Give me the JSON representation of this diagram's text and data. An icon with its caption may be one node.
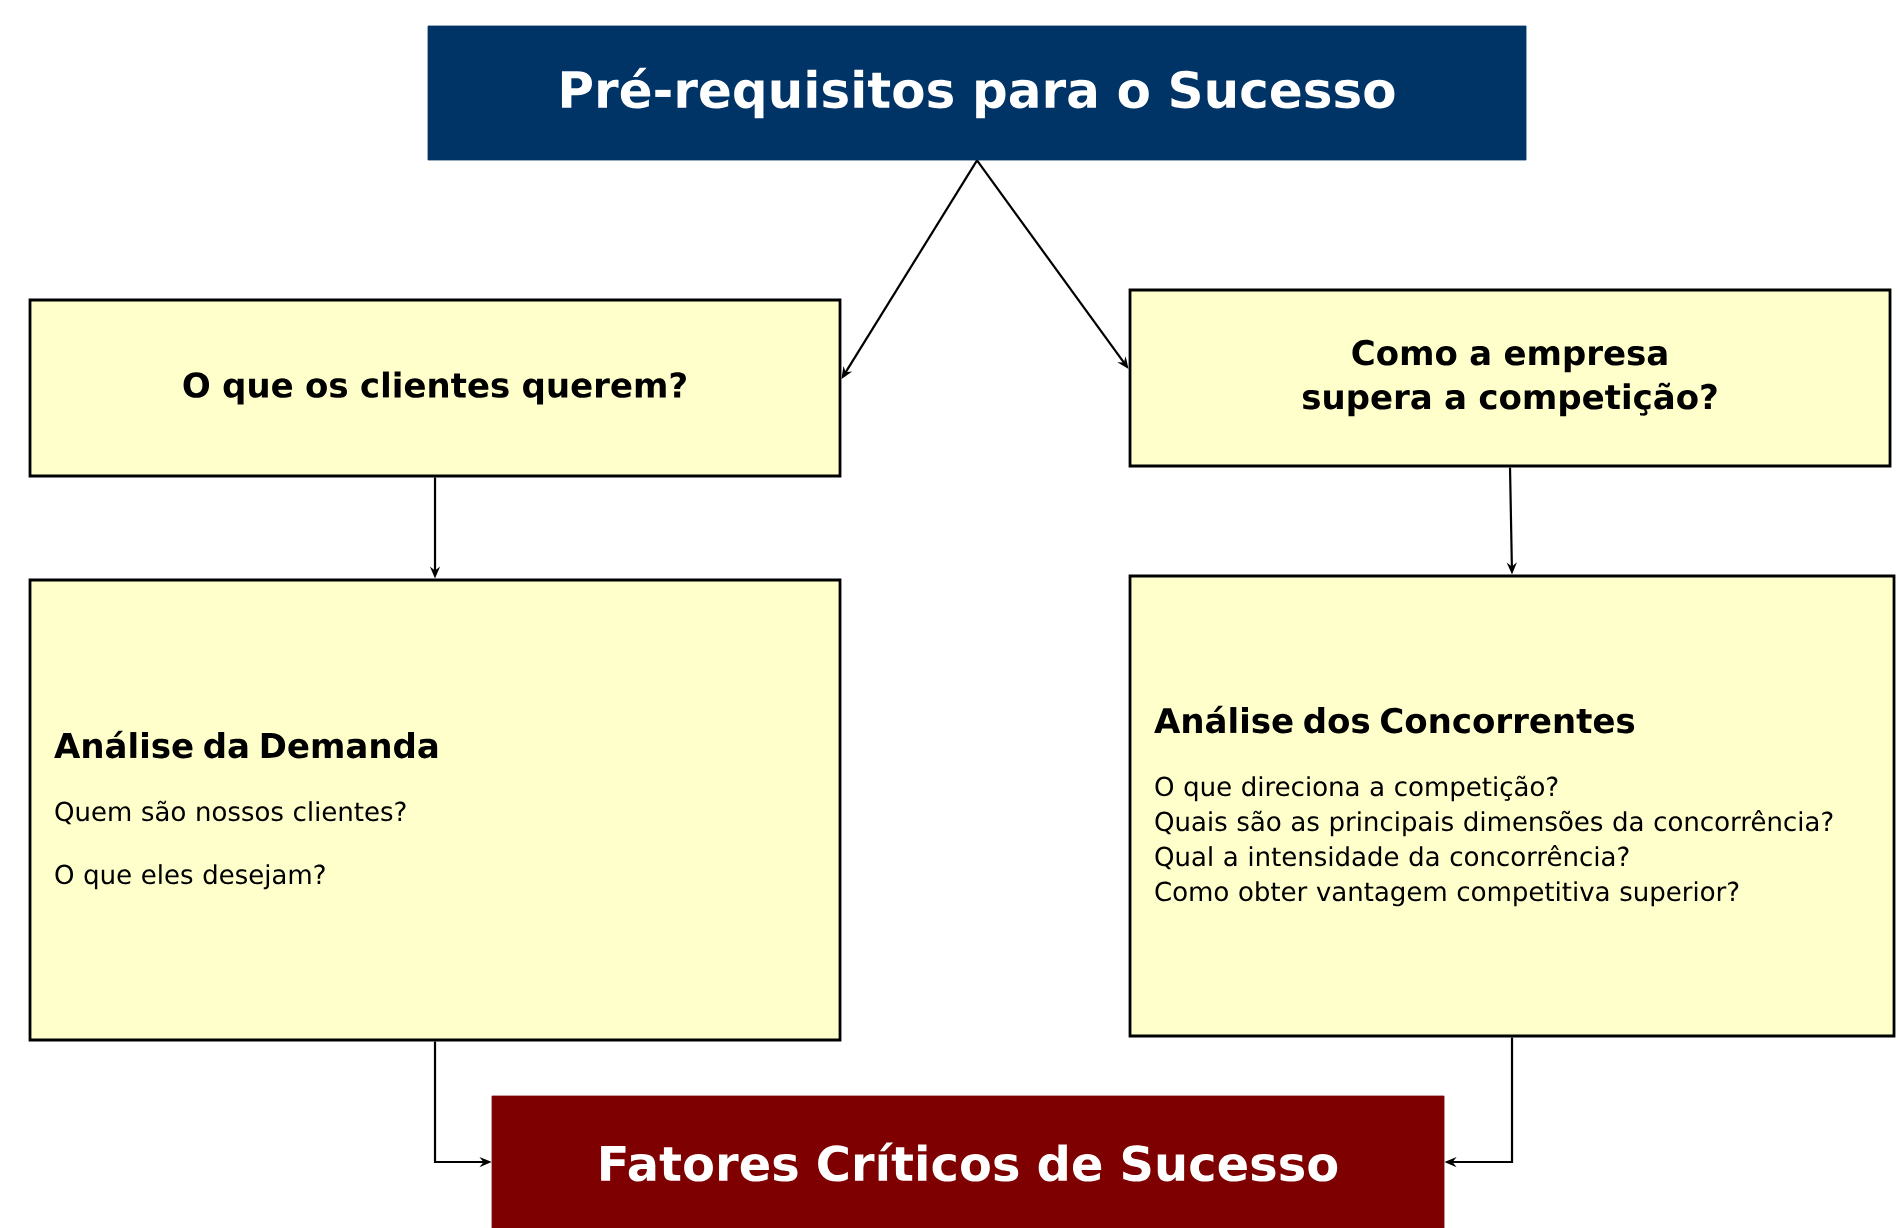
{
  "diagram": {
    "nodes": [
      {
        "text": [
          "Pré-requisitos para o Sucesso"
        ]
      },
      {
        "text": [
          "O que os clientes querem?"
        ]
      },
      {
        "text": [
          "Como a empresa supera a competição?"
        ]
      },
      {
        "text": [
          "Análise da Demanda",
          "Quem são nossos clientes?",
          "O que eles desejam?"
        ]
      },
      {
        "text": [
          "Análise dos Concorrentes",
          "O que direciona a competição?",
          "Quais são as principais dimensões da concorrência?",
          "Qual a intensidade da concorrência?",
          "Como obter vantagem competitiva superior?"
        ]
      },
      {
        "text": [
          "Fatores Críticos de Sucesso"
        ]
      }
    ],
    "edges": [
      {
        "from": 0,
        "to": 1,
        "arrow": "to"
      },
      {
        "from": 0,
        "to": 2,
        "arrow": "to"
      },
      {
        "from": 1,
        "to": 3,
        "arrow": "to"
      },
      {
        "from": 2,
        "to": 4,
        "arrow": "to"
      },
      {
        "from": 3,
        "to": 5,
        "arrow": "to"
      },
      {
        "from": 4,
        "to": 5,
        "arrow": "to"
      }
    ]
  }
}
